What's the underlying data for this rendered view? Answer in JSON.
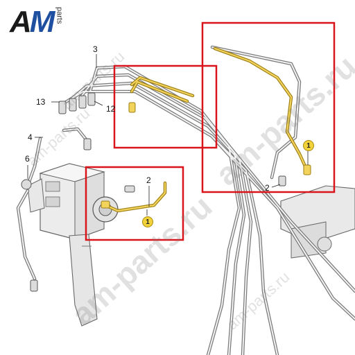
{
  "logo": {
    "mark_a": "A",
    "mark_m": "M",
    "subtext": "parts"
  },
  "colors": {
    "highlight_box": "#d9141b",
    "highlight_pipe": "#e7c44a",
    "pipe": "#8d8d8d"
  },
  "callouts": {
    "c3": "3",
    "c13": "13",
    "c12": "12",
    "c4": "4",
    "c6": "6",
    "c2_mid": "2",
    "c2_right": "2",
    "badge_mid": "1",
    "badge_right": "1"
  },
  "watermarks": {
    "main": "am-parts.ru",
    "top": "am-parts.ru",
    "corner": "am-parts.ru",
    "left": "am-parts.ru",
    "topleft": "am-parts.ru"
  }
}
